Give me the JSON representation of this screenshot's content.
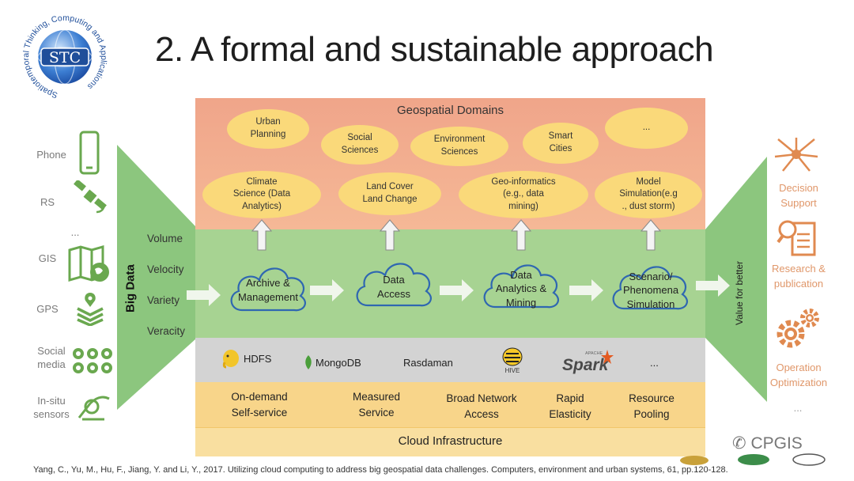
{
  "title": "2. A formal and sustainable approach",
  "logo": {
    "ring_text": "Spatiotemporal Thinking, Computing and Applications",
    "acronym": "STC"
  },
  "domains": {
    "title": "Geospatial Domains",
    "items": [
      "Urban\nPlanning",
      "Social\nSciences",
      "Environment\nSciences",
      "Smart\nCities",
      "...",
      "Climate\nScience (Data\nAnalytics)",
      "Land Cover\nLand Change",
      "Geo-informatics\n(e.g., data\nmining)",
      "Model\nSimulation(e.g\n., dust storm)"
    ]
  },
  "process": [
    "Archive &\nManagement",
    "Data\nAccess",
    "Data\nAnalytics &\nMining",
    "Scenario/\nPhenomena\nSimulation"
  ],
  "big_data": {
    "label": "Big Data",
    "vs": [
      "Volume",
      "Velocity",
      "Variety",
      "Veracity"
    ]
  },
  "value_label": "Value for better",
  "sources": [
    "Phone",
    "RS",
    "...",
    "GIS",
    "GPS",
    "Social\nmedia",
    "In-situ\nsensors"
  ],
  "outputs": [
    "Decision\nSupport",
    "Research &\npublication",
    "Operation\nOptimization",
    "..."
  ],
  "tools": [
    "HDFS",
    "MongoDB",
    "Rasdaman",
    "HIVE",
    "Spark",
    "..."
  ],
  "tools_extra": {
    "spark_small": "APACHE"
  },
  "services": [
    "On-demand\nSelf-service",
    "Measured\nService",
    "Broad Network\nAccess",
    "Rapid\nElasticity",
    "Resource\nPooling"
  ],
  "cloud_title": "Cloud Infrastructure",
  "citation": "Yang, C., Yu, M., Hu, F., Jiang, Y. and Li, Y., 2017. Utilizing cloud computing to address big geospatial data challenges. Computers, environment and urban systems, 61, pp.120-128.",
  "watermark": "CPGIS",
  "colors": {
    "domains_band": "#f2aa8c",
    "ellipse": "#fad97a",
    "process_band": "#a7d392",
    "tools_band": "#d3d3d3",
    "cloud_band": "#f8d58a",
    "funnel": "#8cc67e",
    "source_icons": "#6aa84f",
    "output_icons": "#e08a50"
  }
}
